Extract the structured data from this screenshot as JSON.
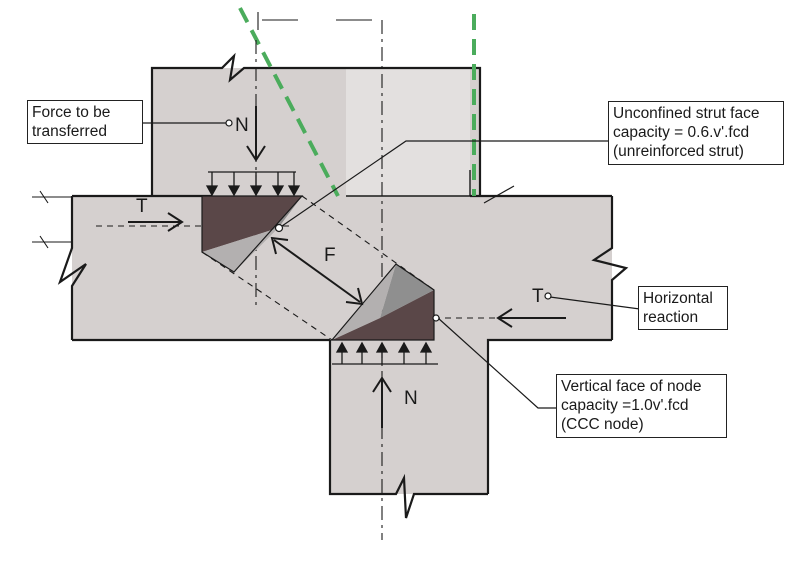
{
  "colors": {
    "concrete": "#d5d0cf",
    "node_dark": "#5a4748",
    "node_mid": "#8f8f8f",
    "node_light": "#b3b0b0",
    "strut_trace": "#4bac5c",
    "line": "#1a1a1a"
  },
  "labels": {
    "N_top": "N",
    "N_bottom": "N",
    "T_left": "T",
    "T_right": "T",
    "F": "F"
  },
  "callouts": {
    "force": [
      "Force to be",
      "transferred"
    ],
    "strut": [
      "Unconfined strut face",
      "capacity = 0.6.v'.fcd",
      "(unreinforced strut)"
    ],
    "horizontal": [
      "Horizontal",
      "reaction"
    ],
    "vertical": [
      "Vertical face of node",
      "capacity =1.0v'.fcd",
      "(CCC node)"
    ]
  }
}
